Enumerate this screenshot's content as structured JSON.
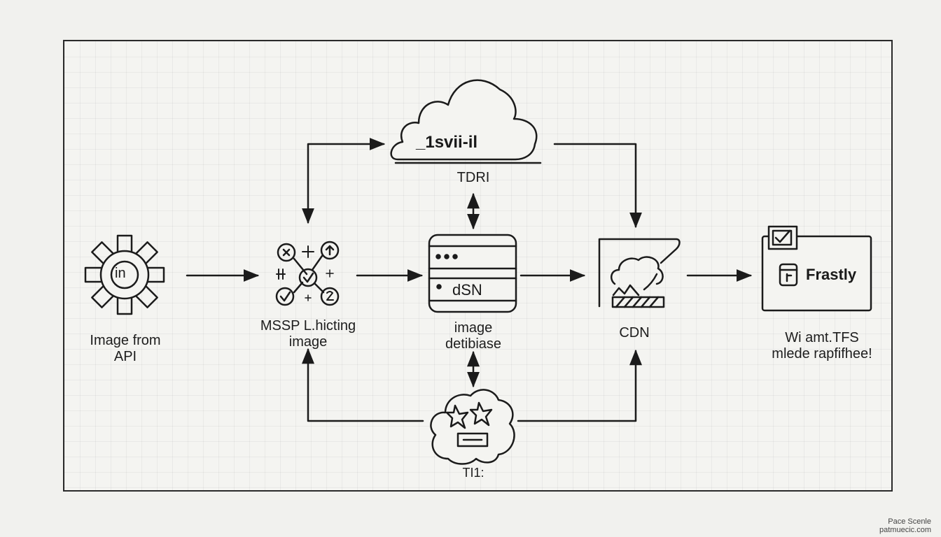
{
  "nodes": {
    "source": {
      "label_line1": "Image from",
      "label_line2": "API",
      "icon_text": "in"
    },
    "processor": {
      "label_line1": "MSSP L.hicting",
      "label_line2": "image"
    },
    "cloud_top": {
      "inner_text": "_1svii-il",
      "label": "TDRI"
    },
    "database": {
      "inner_text": "dSN",
      "label_line1": "image",
      "label_line2": "detibiase"
    },
    "cloud_bottom": {
      "label": "TI1:"
    },
    "cdn": {
      "label": "CDN"
    },
    "fastly": {
      "title": "Frastly",
      "label_line1": "Wi amt.TFS",
      "label_line2": "mlede rapfifhee!"
    }
  },
  "footer": {
    "line1": "Pace Scenle",
    "line2": "patmuecic.com"
  },
  "colors": {
    "ink": "#1b1b1b",
    "paper": "#f1f1ee",
    "grid": "#dcdcd8"
  }
}
